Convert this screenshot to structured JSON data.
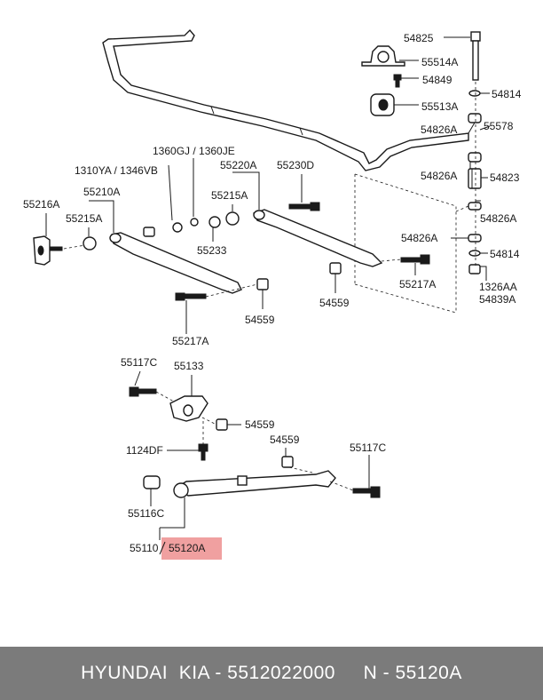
{
  "labels": {
    "l_54825": "54825",
    "l_55514A": "55514A",
    "l_54849": "54849",
    "l_54814_top": "54814",
    "l_55513A": "55513A",
    "l_54826A_1": "54826A",
    "l_55578": "55578",
    "l_54826A_2": "54826A",
    "l_54823": "54823",
    "l_54826A_3": "54826A",
    "l_54826A_4": "54826A",
    "l_54814_bot": "54814",
    "l_1326AA": "1326AA",
    "l_54839A": "54839A",
    "l_1360GJ": "1360GJ / 1360JE",
    "l_1310YA": "1310YA / 1346VB",
    "l_55220A": "55220A",
    "l_55230D": "55230D",
    "l_55216A": "55216A",
    "l_55210A": "55210A",
    "l_55215A_left": "55215A",
    "l_55215A_mid": "55215A",
    "l_55233": "55233",
    "l_55217A_right": "55217A",
    "l_54559_right": "54559",
    "l_54559_left": "54559",
    "l_55217A_left": "55217A",
    "l_55117C_left": "55117C",
    "l_55133": "55133",
    "l_54559_mid": "54559",
    "l_1124DF": "1124DF",
    "l_54559_low": "54559",
    "l_55117C_right": "55117C",
    "l_55116C": "55116C",
    "l_55110": "55110",
    "l_55120A": "55120A"
  },
  "highlight_color": "#f0a0a0",
  "footer": {
    "text": "HYUNDAI  KIA - 5512022000     N - 55120A",
    "background": "#7b7b7b",
    "color": "#ffffff"
  }
}
